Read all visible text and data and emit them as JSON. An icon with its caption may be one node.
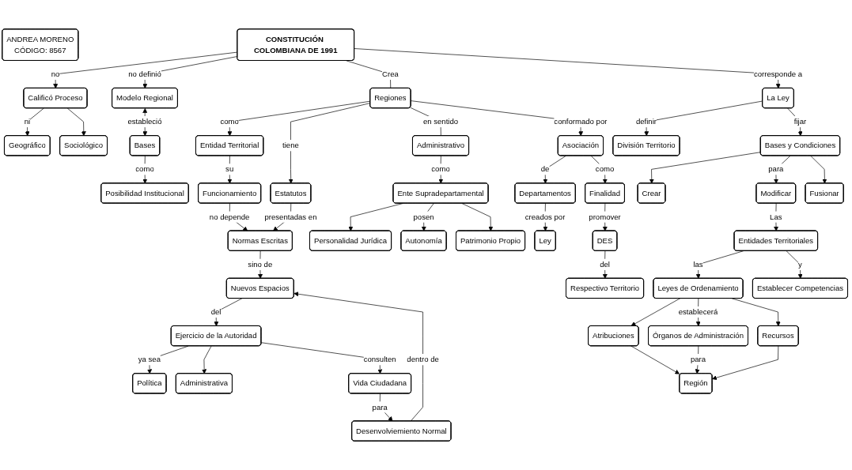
{
  "diagram": {
    "nodes": [
      {
        "text": [
          "ANDREA MORENO",
          "CÓDIGO: 8567"
        ]
      },
      {
        "text": [
          "Geográfico"
        ]
      },
      {
        "text": [
          "Calificó Proceso"
        ]
      },
      {
        "text": [
          "CONSTITUCIÓN COLOMBIANA DE 1991"
        ]
      },
      {
        "text": [
          "Modelo Regional"
        ]
      },
      {
        "text": [
          "Bases"
        ]
      },
      {
        "text": [
          "Posibilidad Institucional"
        ]
      },
      {
        "text": [
          "Sociológico"
        ]
      },
      {
        "text": [
          "División Territorio"
        ]
      },
      {
        "text": [
          "Funcionamiento"
        ]
      },
      {
        "text": [
          "Entidad Territorial"
        ]
      },
      {
        "text": [
          "Regiones"
        ]
      },
      {
        "text": [
          "La Ley"
        ]
      },
      {
        "text": [
          "Bases y Condiciones"
        ]
      },
      {
        "text": [
          "Estatutos"
        ]
      },
      {
        "text": [
          "Administrativo"
        ]
      },
      {
        "text": [
          "Asociación"
        ]
      },
      {
        "text": [
          "Departamentos"
        ]
      },
      {
        "text": [
          "Crear"
        ]
      },
      {
        "text": [
          "Modificar"
        ]
      },
      {
        "text": [
          "Fusionar"
        ]
      },
      {
        "text": [
          "Normas Escritas"
        ]
      },
      {
        "text": [
          "Finalidad"
        ]
      },
      {
        "text": [
          "Ley"
        ]
      },
      {
        "text": [
          "Respectivo Territorio"
        ]
      },
      {
        "text": [
          "DES"
        ]
      },
      {
        "text": [
          "Entidades Territoriales"
        ]
      },
      {
        "text": [
          "Ente Supradepartamental"
        ]
      },
      {
        "text": [
          "Nuevos Espacios"
        ]
      },
      {
        "text": [
          "Política"
        ]
      },
      {
        "text": [
          "Leyes de Ordenamiento"
        ]
      },
      {
        "text": [
          "Ejercicio de la Autoridad"
        ]
      },
      {
        "text": [
          "Personalidad Jurídica"
        ]
      },
      {
        "text": [
          "Autonomía"
        ]
      },
      {
        "text": [
          "Patrimonio Propio"
        ]
      },
      {
        "text": [
          "Establecer Competencias"
        ]
      },
      {
        "text": [
          "Administrativa"
        ]
      },
      {
        "text": [
          "Atribuciones"
        ]
      },
      {
        "text": [
          "Órganos de Administración"
        ]
      },
      {
        "text": [
          "Recursos"
        ]
      },
      {
        "text": [
          "Vida Ciudadana"
        ]
      },
      {
        "text": [
          "Región"
        ]
      },
      {
        "text": [
          "Desenvolviemiento Normal"
        ]
      }
    ],
    "edges": [
      {
        "from": 3,
        "to": 2,
        "label": "no",
        "arrow": "to"
      },
      {
        "from": 2,
        "to": 1,
        "label": "ni",
        "arrow": "to"
      },
      {
        "from": 2,
        "to": 7,
        "arrow": "to"
      },
      {
        "from": 3,
        "to": 4,
        "label": "no definió",
        "arrow": "to"
      },
      {
        "from": 4,
        "to": 5,
        "label": "estableció",
        "arrow": "both"
      },
      {
        "from": 5,
        "to": 6,
        "label": "como",
        "arrow": "to"
      },
      {
        "from": 3,
        "to": 11,
        "label": "Crea",
        "arrow": "none"
      },
      {
        "from": 3,
        "to": 12,
        "label": "corresponde a",
        "arrow": "to"
      },
      {
        "from": 12,
        "to": 8,
        "label": "definir",
        "arrow": "to"
      },
      {
        "from": 12,
        "to": 13,
        "label": "fijar",
        "arrow": "to"
      },
      {
        "from": 13,
        "to": 18,
        "arrow": "to"
      },
      {
        "from": 13,
        "to": 19,
        "label": "para",
        "arrow": "to"
      },
      {
        "from": 13,
        "to": 20,
        "arrow": "to"
      },
      {
        "from": 11,
        "to": 10,
        "label": "como",
        "arrow": "to"
      },
      {
        "from": 10,
        "to": 9,
        "label": "su",
        "arrow": "to"
      },
      {
        "from": 9,
        "to": 21,
        "label": "no depende",
        "arrow": "to"
      },
      {
        "from": 11,
        "to": 14,
        "label": "tiene",
        "arrow": "to"
      },
      {
        "from": 14,
        "to": 21,
        "label": "presentadas en",
        "arrow": "to"
      },
      {
        "from": 11,
        "to": 15,
        "label": "en sentido",
        "arrow": "none"
      },
      {
        "from": 11,
        "to": 16,
        "label": "conformado por",
        "arrow": "to"
      },
      {
        "from": 16,
        "to": 17,
        "label": "de",
        "arrow": "to"
      },
      {
        "from": 16,
        "to": 22,
        "label": "como",
        "arrow": "to"
      },
      {
        "from": 22,
        "to": 25,
        "label": "promover",
        "arrow": "to"
      },
      {
        "from": 25,
        "to": 24,
        "label": "del",
        "arrow": "to"
      },
      {
        "from": 17,
        "to": 23,
        "label": "creados por",
        "arrow": "to"
      },
      {
        "from": 19,
        "to": 26,
        "label": "Las",
        "arrow": "to"
      },
      {
        "from": 26,
        "to": 30,
        "label": "las",
        "arrow": "to"
      },
      {
        "from": 26,
        "to": 35,
        "label": "y",
        "arrow": "to"
      },
      {
        "from": 30,
        "to": 37,
        "arrow": "to"
      },
      {
        "from": 30,
        "to": 38,
        "label": "establecerá",
        "arrow": "to"
      },
      {
        "from": 30,
        "to": 39,
        "arrow": "to"
      },
      {
        "from": 37,
        "to": 41,
        "arrow": "to"
      },
      {
        "from": 38,
        "to": 41,
        "label": "para",
        "arrow": "to"
      },
      {
        "from": 39,
        "to": 41,
        "arrow": "to"
      },
      {
        "from": 15,
        "to": 27,
        "label": "como",
        "arrow": "to"
      },
      {
        "from": 27,
        "to": 32,
        "arrow": "to"
      },
      {
        "from": 27,
        "to": 33,
        "label": "posen",
        "arrow": "to"
      },
      {
        "from": 27,
        "to": 34,
        "arrow": "to"
      },
      {
        "from": 21,
        "to": 28,
        "label": "sino de",
        "arrow": "to"
      },
      {
        "from": 28,
        "to": 31,
        "label": "del",
        "arrow": "to"
      },
      {
        "from": 31,
        "to": 29,
        "label": "ya sea",
        "arrow": "to"
      },
      {
        "from": 31,
        "to": 36,
        "arrow": "to"
      },
      {
        "from": 31,
        "to": 40,
        "label": "consulten",
        "arrow": "to"
      },
      {
        "from": 40,
        "to": 42,
        "label": "para",
        "arrow": "to"
      },
      {
        "from": 42,
        "to": 28,
        "label": "dentro de",
        "arrow": "to"
      }
    ]
  }
}
